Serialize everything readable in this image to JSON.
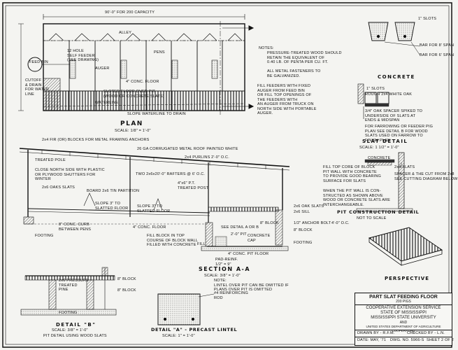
{
  "plan": {
    "title": "PLAN",
    "scale": "SCALE: 1/8\" = 1'-0\"",
    "top_dimension": "90'-0\" FOR 200 CAPACITY",
    "labels": {
      "alley": "ALLEY",
      "pens": "PENS",
      "waterline": "WATERLINE",
      "slope_waterline": "SLOPE WATERLINE TO DRAIN",
      "slotted_floor": "SLOTED FLOOR OVER PIT\n(WOOD OR CONCRETE SLATS)",
      "concrete_floor": "4\" CONC. FLOOR",
      "feed_bin": "FEED BIN",
      "cutoff": "CUTOFF\n& DRAIN\nFOR WATER\nLINE",
      "auger": "AUGER",
      "self_feeders": "12 HOLE\nSELF FEEDER\n(SEE DRAWING)"
    },
    "side_note": "FILL FEEDERS WITH FIXED\nAUGER FROM FEED BIN\nOR FILL TOP OPENINGS OF\nTHE FEEDERS WITH\nAN AUGER FROM TRUCK ON\nNORTH SIDE WITH PORTABLE\nAUGER."
  },
  "notes": {
    "heading": "NOTES:",
    "text": "PRESSURE-TREATED WOOD SHOULD\nRETAIN THE EQUIVALENT OF\n0.40 LB. OF PENTA PER CU. FT.\n\nALL METAL FASTENERS TO\nBE GALVANIZED."
  },
  "concrete": {
    "title": "CONCRETE",
    "labels": {
      "bar_top": "BAR FOR 8' SPAN",
      "bar_bottom": "BAR FOR 6' SPAN",
      "slots": "1\" SLOTS"
    }
  },
  "slat_detail": {
    "title": "SLAT DETAIL",
    "scale": "SCALE: 1 1/2\" = 1'-0\"",
    "labels": {
      "slots": "1\" SLOTS",
      "white_oak": "ROUGH 2x4 WHITE OAK",
      "spacer": "3/4\" OAK SPACER SPIKED TO\nUNDERSIDE OF SLATS AT\nENDS & MIDSPAN",
      "farrowing": "FOR FARROWING OR FEEDER PIG\nPLAN SEE DETAIL B FOR WOOD\nSLATS USED ON FARROW TO\nFINISH PLAN"
    }
  },
  "section_aa": {
    "title": "SECTION A-A",
    "scale": "SCALE: 3/8\" = 1'-0\"",
    "labels": {
      "roof": "26 GA CORRUGATED METAL ROOF PAINTED WHITE",
      "fir_blocks": "2x4 FIR (OR) BLOCKS FOR METAL FRAMING ANCHORS",
      "purlins": "2x4 PURLINS 2'-0\" O.C.",
      "rafters": "TWO 2x6x20'-0\" RAFTERS @ 6' O.C.",
      "treated_pole": "TREATED POLE",
      "post": "4\"x6\" P.T.\nTREATED POST",
      "north_close": "CLOSE NORTH SIDE WITH PLASTIC\nOR PLYWOOD SHUTTERS FOR\nWINTER",
      "partition": "2x6 OAKS SLATS",
      "board_partition": "BOARD 2x6 TIN PARTITION",
      "slope_low": "SLOPE 3\" TO\nSLATTED FLOOR",
      "slope_high": "SLOPE 3\" TO\nSLATTED FLOOR",
      "conc_curb": "8\" CONC. CURB\nBETWEEN PENS",
      "floor": "4\" CONC. FLOOR",
      "fill_block": "FILL BLOCK IN TOP\nCOURSE OF BLOCK WALL\nFILLED WITH CONCRETE",
      "footing": "FOOTING",
      "pit_depth": "2'-0\" PIT",
      "see_detail": "SEE DETAIL A OR B",
      "fill": "FILL",
      "pit_floor": "4\" CONC. PIT FLOOR",
      "concrete_cap": "CONCRETE\nCAP",
      "pad": "PAD-REINF.\n1/2\" = 9\"",
      "block_wall": "8\" BLOCK"
    }
  },
  "pit_detail": {
    "title": "PIT CONSTRUCTION DETAIL",
    "scale": "NOT TO SCALE",
    "labels": {
      "slats_2x4": "2x4 SLATS",
      "spacer": "SPACER & THE CUT FROM 2x8\nSEE CUTTING DIAGRAM BELOW",
      "fill_top": "FILL TOP CORE OF BLOCK\nPIT WALL WITH CONCRETE\nTO PROVIDE GOOD BEARING\nSURFACE FOR SLATS",
      "when_pit": "WHEN THE PIT WALL IS CON-\nSTRUCTED AS SHOWN ABOVE\nWOOD OR CONCRETE SLATS ARE\nINTERCHANGEABLE.",
      "oak_slats": "2x6 OAK SLATS",
      "sill": "2x6 SILL",
      "anchor": "1/2\" ANCHOR BOLT",
      "anchor_spacing": "4'-0\" O.C.",
      "block": "8\" BLOCK",
      "footing": "FOOTING",
      "concrete_label": "CONCRETE"
    }
  },
  "perspective": {
    "title": "PERSPECTIVE"
  },
  "detail_b": {
    "title": "DETAIL \"B\"",
    "scale": "SCALE: 3/8\" = 1'-0\"",
    "subtitle": "PIT DETAIL USING WOOD SLATS",
    "labels": {
      "pressure": "2x6 PRESSURE\nTREATED\nPINE",
      "block_top": "8\" BLOCK",
      "block_mid": "8\" BLOCK",
      "footing": "FOOTING"
    }
  },
  "detail_a": {
    "title": "DETAIL \"A\" - PRECAST LINTEL",
    "scale": "SCALE: 1\" = 1'-0\"",
    "labels": {
      "reinforcing": "#4 REINFORCING\nROD",
      "note": "NOTE:\nLINTEL OVER PIT CAN BE OMITTED IF\nPLANS OVER PIT IS OMITTED"
    }
  },
  "title_block": {
    "title": "PART SLAT FEEDING FLOOR",
    "capacity": "200 PIGS",
    "service": "COOPERATIVE EXTENSION SERVICE",
    "state": "STATE OF MISSISSIPPI",
    "university": "MISSISSIPPI STATE UNIVERSITY",
    "and": "AND",
    "usda": "UNITED STATES DEPARTMENT OF AGRICULTURE COOPERATING",
    "drawn": "DRAWN BY - R.F.M.",
    "checked": "CHECKED BY - L.N.",
    "date": "DATE: MAY, '71",
    "dwg": "DWG. NO. 5966-S",
    "sheet": "SHEET 2 OF 2"
  },
  "colors": {
    "ink": "#111111",
    "paper": "#f4f4f1",
    "hatch": "#444444"
  }
}
